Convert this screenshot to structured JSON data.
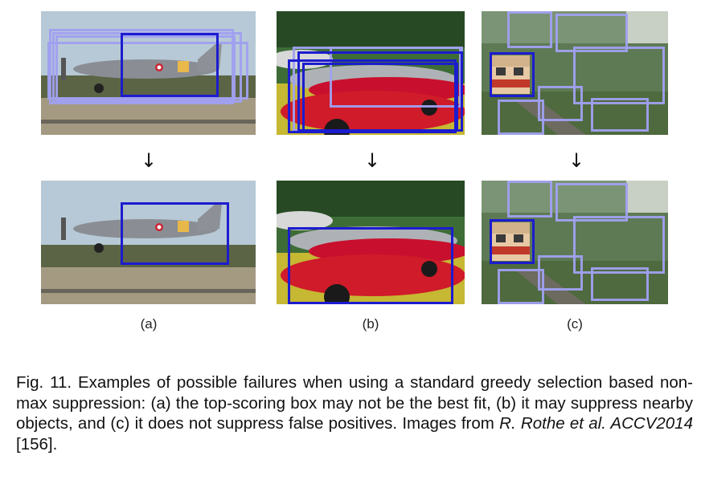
{
  "arrows": [
    "↓",
    "↓",
    "↓"
  ],
  "sublabels": [
    "(a)",
    "(b)",
    "(c)"
  ],
  "caption": {
    "part1": "Fig. 11.  Examples of possible failures when using a standard greedy selection based non-max suppression: (a) the top-scoring box may not be the best fit, (b) it may suppress nearby objects, and (c) it does not suppress false positives. Images from ",
    "citation": "R. Rothe et al. ACCV2014",
    "part2": " [156]."
  },
  "colors": {
    "strong_box": "#1c1ccf",
    "weak_box": "#a0a0f0"
  }
}
